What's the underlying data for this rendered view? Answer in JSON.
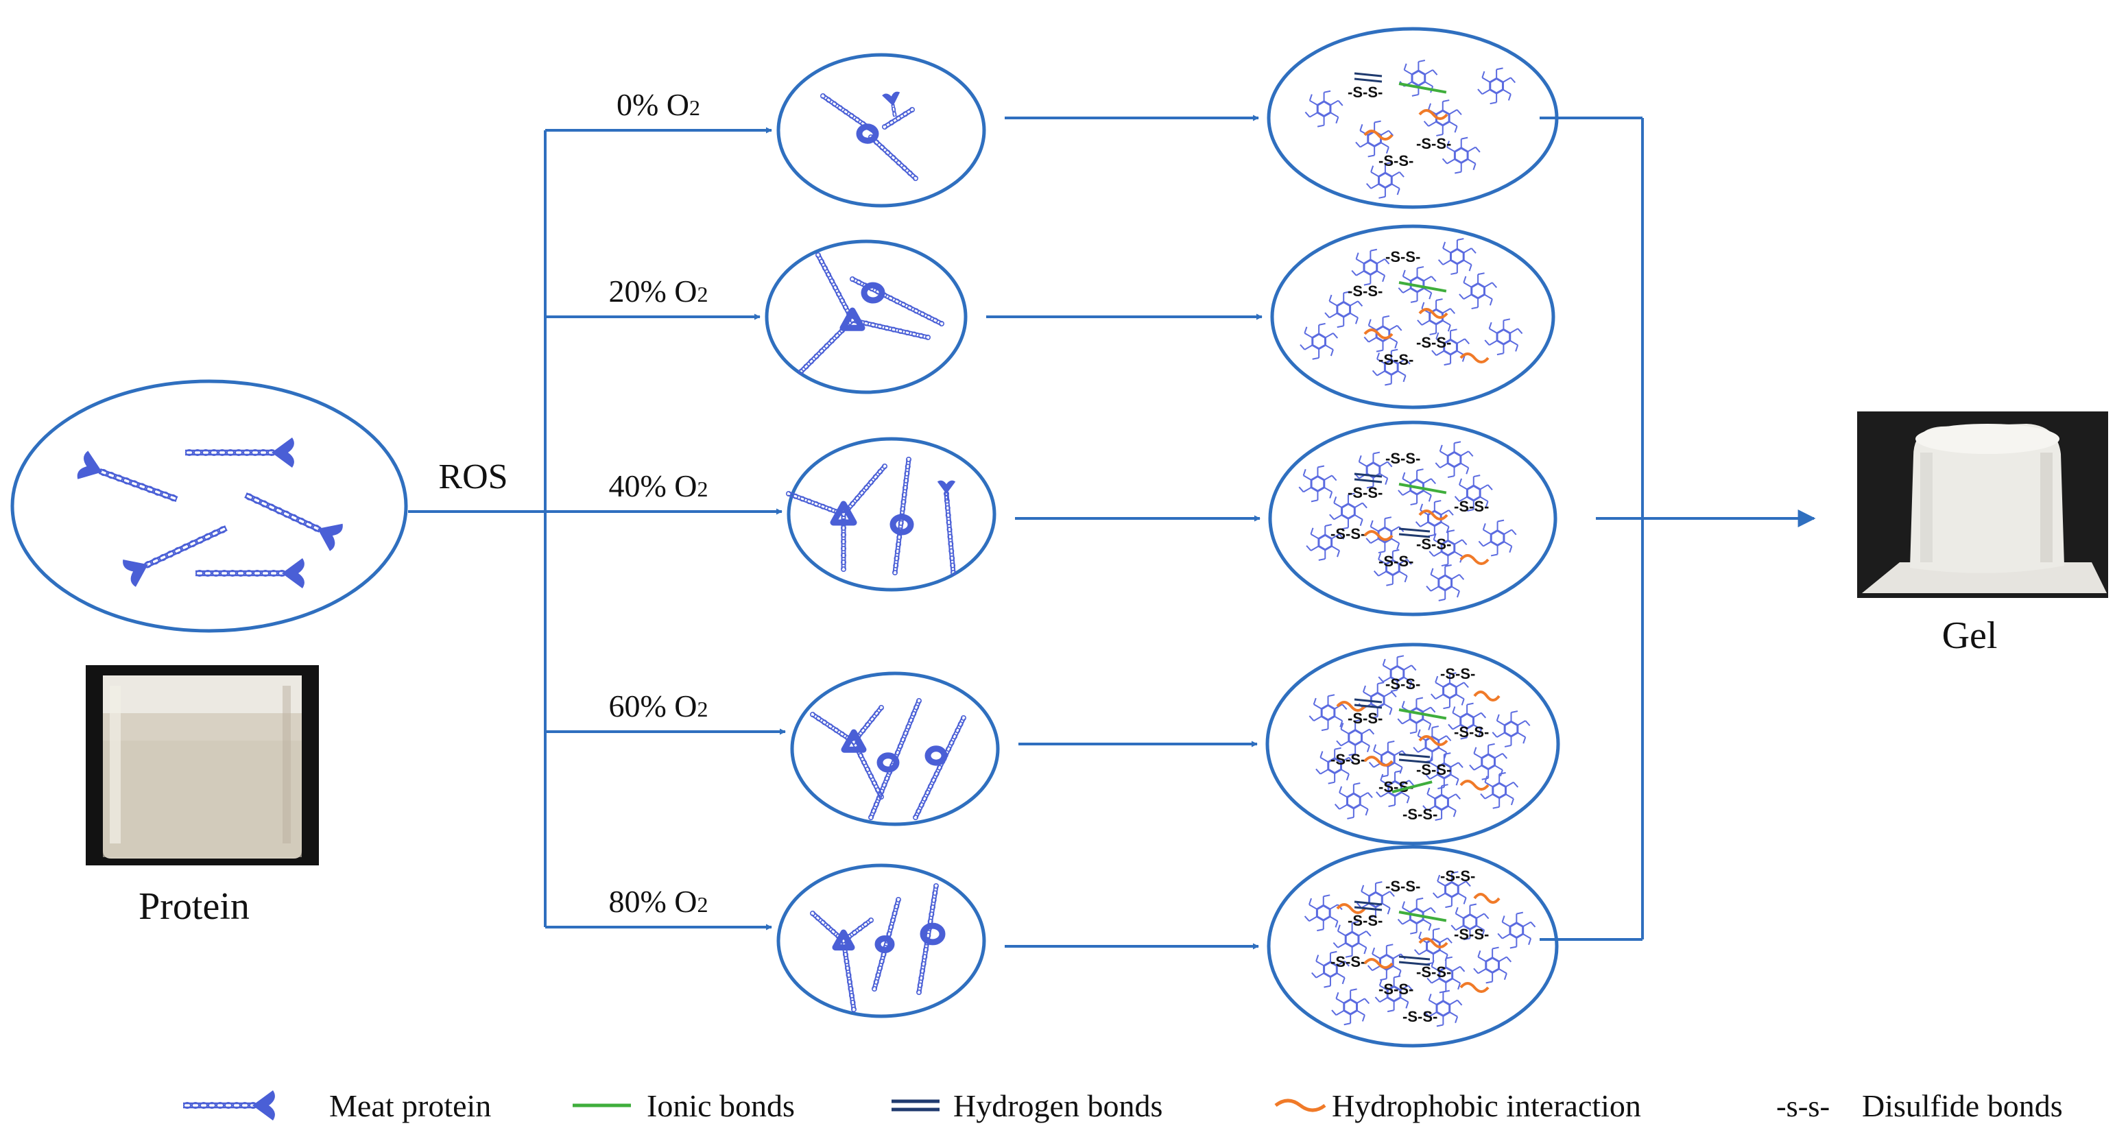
{
  "stages": {
    "start_label": "Protein",
    "oxidant_label": "ROS",
    "end_label": "Gel"
  },
  "conditions": [
    {
      "label": "0% O",
      "sub": "2"
    },
    {
      "label": "20% O",
      "sub": "2"
    },
    {
      "label": "40% O",
      "sub": "2"
    },
    {
      "label": "60% O",
      "sub": "2"
    },
    {
      "label": "80% O",
      "sub": "2"
    }
  ],
  "bond_mark": "-S-S-",
  "legend": [
    {
      "label": "Meat protein",
      "icon": "meat-protein-icon",
      "color": "#4a5fd6"
    },
    {
      "label": "Ionic bonds",
      "icon": "ionic-bond-line",
      "color": "#3fae3c"
    },
    {
      "label": "Hydrogen bonds",
      "icon": "hydrogen-bond-double-line",
      "color": "#1f3a6e"
    },
    {
      "label": "Hydrophobic interaction",
      "icon": "hydrophobic-wave",
      "color": "#f07a28"
    },
    {
      "label": "Disulfide bonds",
      "symbol": "-s-s-"
    }
  ],
  "colors": {
    "flow_arrow": "#2f6fbf",
    "ellipse_stroke": "#2f6fbf",
    "protein": "#4a5fd6",
    "network": "#5b6be0",
    "ionic": "#3fae3c",
    "hydrogen": "#1f3a6e",
    "hydrophobic": "#f07a28"
  }
}
